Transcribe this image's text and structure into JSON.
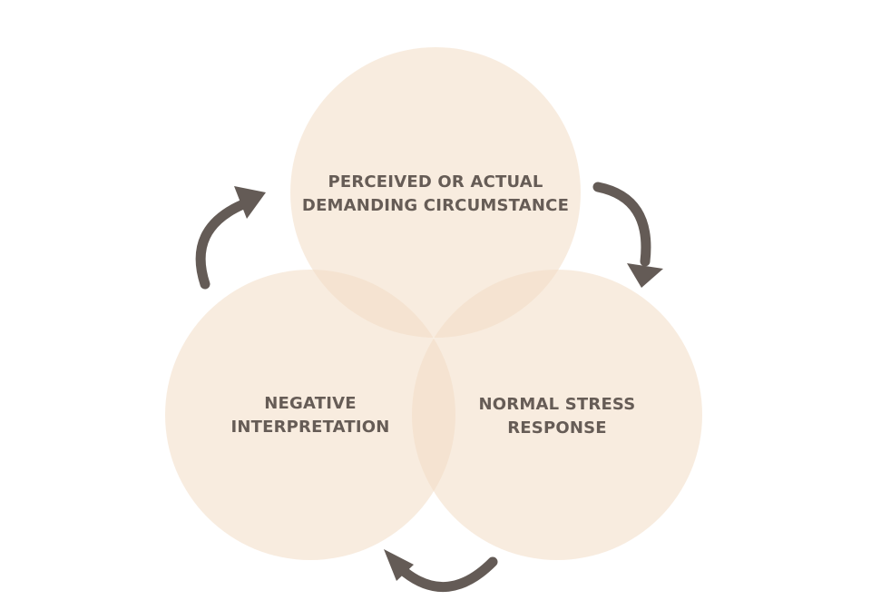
{
  "diagram": {
    "nodes": [
      {
        "id": "top",
        "label": "PERCEIVED OR ACTUAL DEMANDING CIRCUMSTANCE"
      },
      {
        "id": "right",
        "label": "NORMAL STRESS RESPONSE"
      },
      {
        "id": "left",
        "label": "NEGATIVE INTERPRETATION"
      }
    ],
    "flow": [
      {
        "from": "top",
        "to": "right"
      },
      {
        "from": "right",
        "to": "left"
      },
      {
        "from": "left",
        "to": "top"
      }
    ],
    "colors": {
      "circle_fill": "#f2dcc4",
      "arrow": "#645b56",
      "text": "#665c56"
    }
  }
}
